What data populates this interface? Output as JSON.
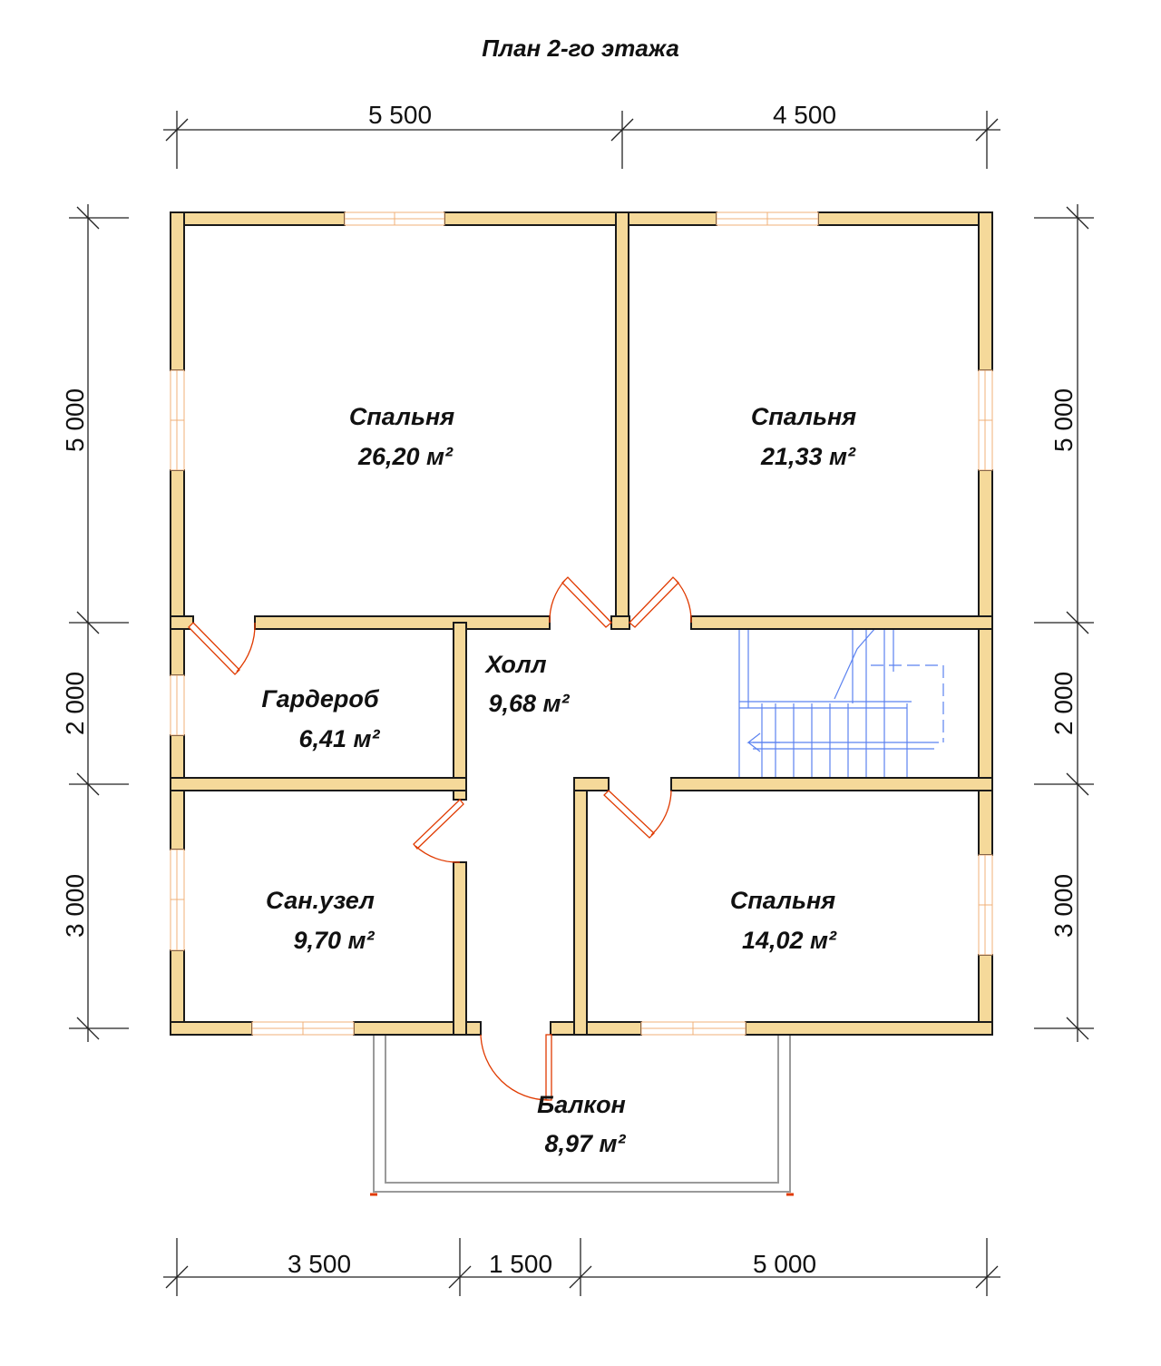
{
  "title": "План 2-го этажа",
  "dimensions": {
    "top": [
      "5 500",
      "4 500"
    ],
    "bottom": [
      "3 500",
      "1 500",
      "5 000"
    ],
    "left": [
      "5 000",
      "2 000",
      "3 000"
    ],
    "right": [
      "5 000",
      "2 000",
      "3 000"
    ]
  },
  "rooms": [
    {
      "name": "Спальня",
      "area": "26,20 м²"
    },
    {
      "name": "Спальня",
      "area": "21,33 м²"
    },
    {
      "name": "Холл",
      "area": "9,68 м²"
    },
    {
      "name": "Гардероб",
      "area": "6,41 м²"
    },
    {
      "name": "Сан.узел",
      "area": "9,70 м²"
    },
    {
      "name": "Спальня",
      "area": "14,02 м²"
    },
    {
      "name": "Балкон",
      "area": "8,97 м²"
    }
  ],
  "colors": {
    "wall": "#f5d99a",
    "door": "#e03a00",
    "window": "#f0b078",
    "stairs": "#5b82f0"
  }
}
